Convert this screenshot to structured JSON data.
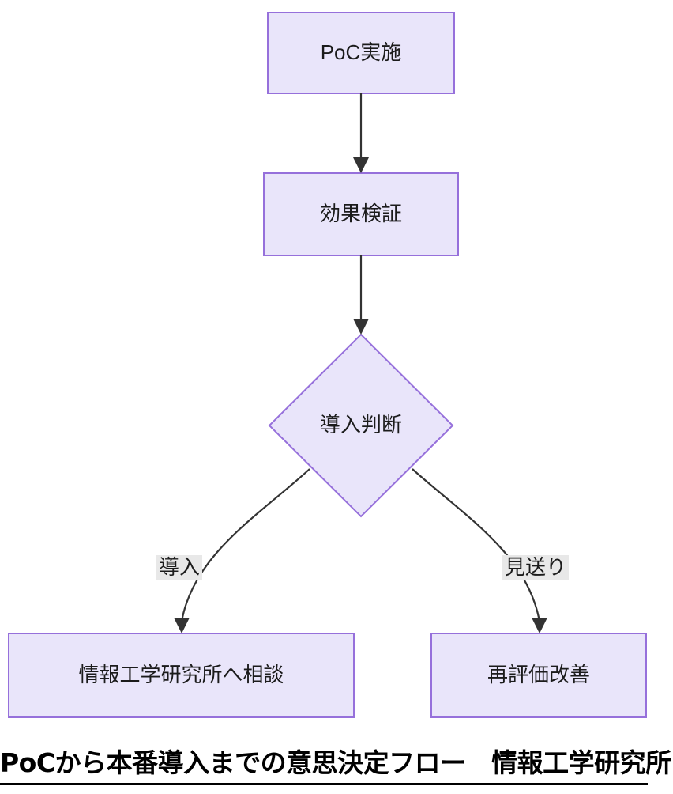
{
  "diagram": {
    "type": "flowchart",
    "direction": "top-down",
    "theme": {
      "node_fill": "#E9E5FA",
      "node_border": "#9670DB",
      "edge_color": "#333333",
      "edge_label_background": "#E8E8E8",
      "text_color": "#1b1b1b",
      "background": "#ffffff"
    },
    "nodes": [
      {
        "id": "poc",
        "label": "PoC実施",
        "shape": "rect"
      },
      {
        "id": "verify",
        "label": "効果検証",
        "shape": "rect"
      },
      {
        "id": "decide",
        "label": "導入判断",
        "shape": "diamond"
      },
      {
        "id": "consult",
        "label": "情報工学研究所へ相談",
        "shape": "rect"
      },
      {
        "id": "reeval",
        "label": "再評価改善",
        "shape": "rect"
      }
    ],
    "edges": [
      {
        "from": "poc",
        "to": "verify",
        "label": ""
      },
      {
        "from": "verify",
        "to": "decide",
        "label": ""
      },
      {
        "from": "decide",
        "to": "consult",
        "label": "導入"
      },
      {
        "from": "decide",
        "to": "reeval",
        "label": "見送り"
      }
    ]
  },
  "caption": {
    "text": "PoCから本番導入までの意思決定フロー　情報工学研究所"
  }
}
